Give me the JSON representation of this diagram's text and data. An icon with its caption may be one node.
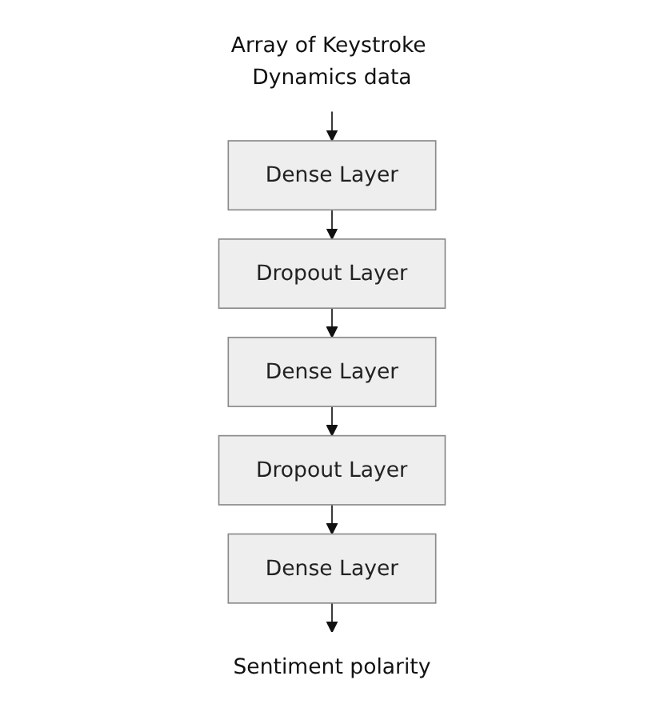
{
  "diagram": {
    "nodes": [
      {
        "text": [
          "Array of Keystroke Dynamics data"
        ]
      },
      {
        "text": [
          "Dense Layer"
        ]
      },
      {
        "text": [
          "Dropout Layer"
        ]
      },
      {
        "text": [
          "Dense Layer"
        ]
      },
      {
        "text": [
          "Dropout Layer"
        ]
      },
      {
        "text": [
          "Dense Layer"
        ]
      },
      {
        "text": [
          "Sentiment polarity"
        ]
      }
    ],
    "edges": [
      {
        "from": 0,
        "to": 1,
        "arrow": "to"
      },
      {
        "from": 1,
        "to": 2,
        "arrow": "to"
      },
      {
        "from": 2,
        "to": 3,
        "arrow": "to"
      },
      {
        "from": 3,
        "to": 4,
        "arrow": "to"
      },
      {
        "from": 4,
        "to": 5,
        "arrow": "to"
      },
      {
        "from": 5,
        "to": 6,
        "arrow": "to"
      }
    ]
  }
}
